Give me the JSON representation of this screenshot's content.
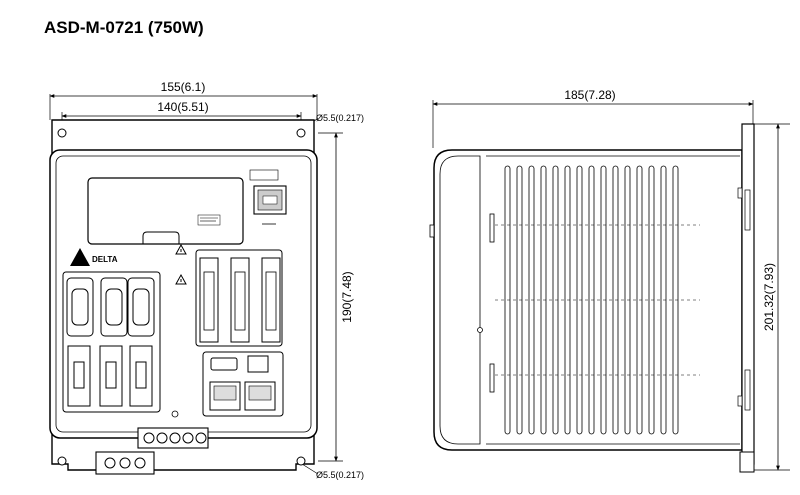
{
  "title": "ASD-M-0721 (750W)",
  "front": {
    "width_outer": "155(6.1)",
    "width_mount": "140(5.51)",
    "height": "190(7.48)",
    "hole_top": "Ø5.5(0.217)",
    "hole_bottom": "Ø5.5(0.217)",
    "brand": "DELTA"
  },
  "side": {
    "depth": "185(7.28)",
    "height": "201.32(7.93)"
  }
}
